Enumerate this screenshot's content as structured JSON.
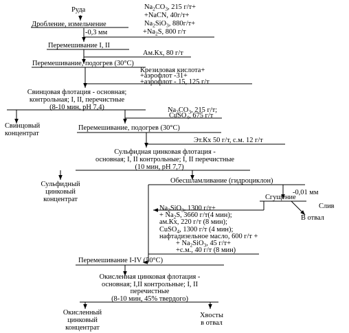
{
  "colors": {
    "ink": "#000000",
    "background": "#ffffff"
  },
  "ore": "Руда",
  "crushing": "Дробление, измельчение",
  "grind_size": "-0,3 мм",
  "reagents_1": [
    [
      "Na",
      "2",
      "CO",
      "3",
      ", 215 г/т+"
    ],
    [
      "+NaCN, 40г/т+"
    ],
    [
      "Na",
      "2",
      "SiO",
      "3",
      ", 880г/т+"
    ],
    [
      "+Na",
      "2",
      "S, 800 г/т"
    ]
  ],
  "mixing_1": "Перемешивание I, II",
  "reagent_amkx": "Ам.Кх, 80 г/т",
  "mixing_2": "Перемешивание, подогрев (30°C)",
  "reagents_2": [
    "Крезиловая кислота+",
    "+аэрофлот -31+",
    "+аэрофлот - 15, 125 г/т"
  ],
  "lead_flotation": [
    "Свинцовая флотация - основная;",
    "контрольная; I, II, перечистные",
    "(8-10 мин, pH 7,4)"
  ],
  "lead_concentrate": [
    "Свинцовый",
    "концентрат"
  ],
  "reagents_3": [
    [
      "Na",
      "2",
      "CO",
      "3",
      ", 215 г/т;"
    ],
    [
      "CuSO",
      "4",
      ", 675 г/т"
    ]
  ],
  "mixing_3": "Перемешивание, подогрев (30°C)",
  "reagent_etkx": "Эт.Кх 50 г/т, с.м. 12 г/т",
  "zinc_sulfide_flotation": [
    "Сульфидная цинковая флотация -",
    "основная; I, II контрольные; I, II перечистные",
    "(10 мин,   pH 7,7)"
  ],
  "zinc_sulfide_concentrate": [
    "Сульфидный",
    "цинковый",
    "концентрат"
  ],
  "desliming": "Обесшламливание (гидроциклон)",
  "slime_size": "-0,01 мм",
  "thickening": "Сгущение",
  "drain": [
    "Слив",
    "В отвал"
  ],
  "reagents_4": [
    [
      "Na",
      "2",
      "SiO",
      "3",
      ", 1300 г/т+"
    ],
    [
      "+ Na",
      "2",
      "S, 3660 г/т(4 мин);"
    ],
    [
      "ам.Кх, 220 г/т (8 мин);"
    ],
    [
      "CuSO",
      "4",
      ", 1300 г/т (4 мин);"
    ],
    [
      "нафтадизельное масло, 600 г/т +"
    ],
    [
      "+ Na",
      "2",
      "SiO",
      "3",
      ",  45 г/т+"
    ],
    [
      "+с.м., 40 г/т  (8 мин)"
    ]
  ],
  "mixing_4": "Перемешивание I-IV (50°C)",
  "oxidized_flotation": [
    "Окисленная цинковая флотация -",
    "основная; I,II контрольные; I, II",
    "перечистные",
    "(8-10 мин, 45% твердого)"
  ],
  "oxidized_concentrate": [
    "Окисленный",
    "цинковый",
    "концентрат"
  ],
  "tailings": [
    "Хвосты",
    "в отвал"
  ]
}
